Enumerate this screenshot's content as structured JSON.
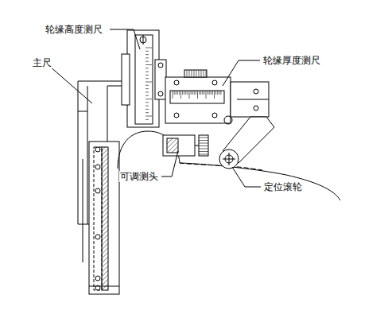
{
  "diagram": {
    "labels": [
      "轮缘高度测尺",
      "主尺",
      "轮缘厚度测尺",
      "可调测头",
      "定位滚轮"
    ]
  }
}
